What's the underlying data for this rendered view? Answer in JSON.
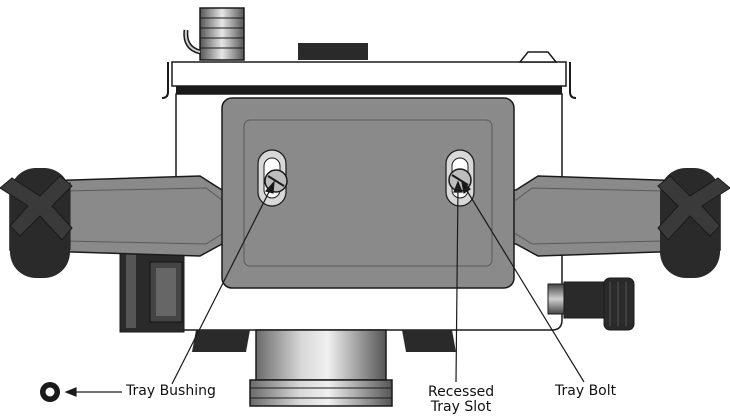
{
  "labels": {
    "tray_bushing": "Tray Bushing",
    "recessed_line1": "Recessed",
    "recessed_line2": "Tray Slot",
    "tray_bolt": "Tray Bolt"
  },
  "colors": {
    "housing_gray": "#8a8a8a",
    "housing_dark": "#5a5a5a",
    "outline": "#1a1a1a",
    "background": "#ffffff"
  }
}
